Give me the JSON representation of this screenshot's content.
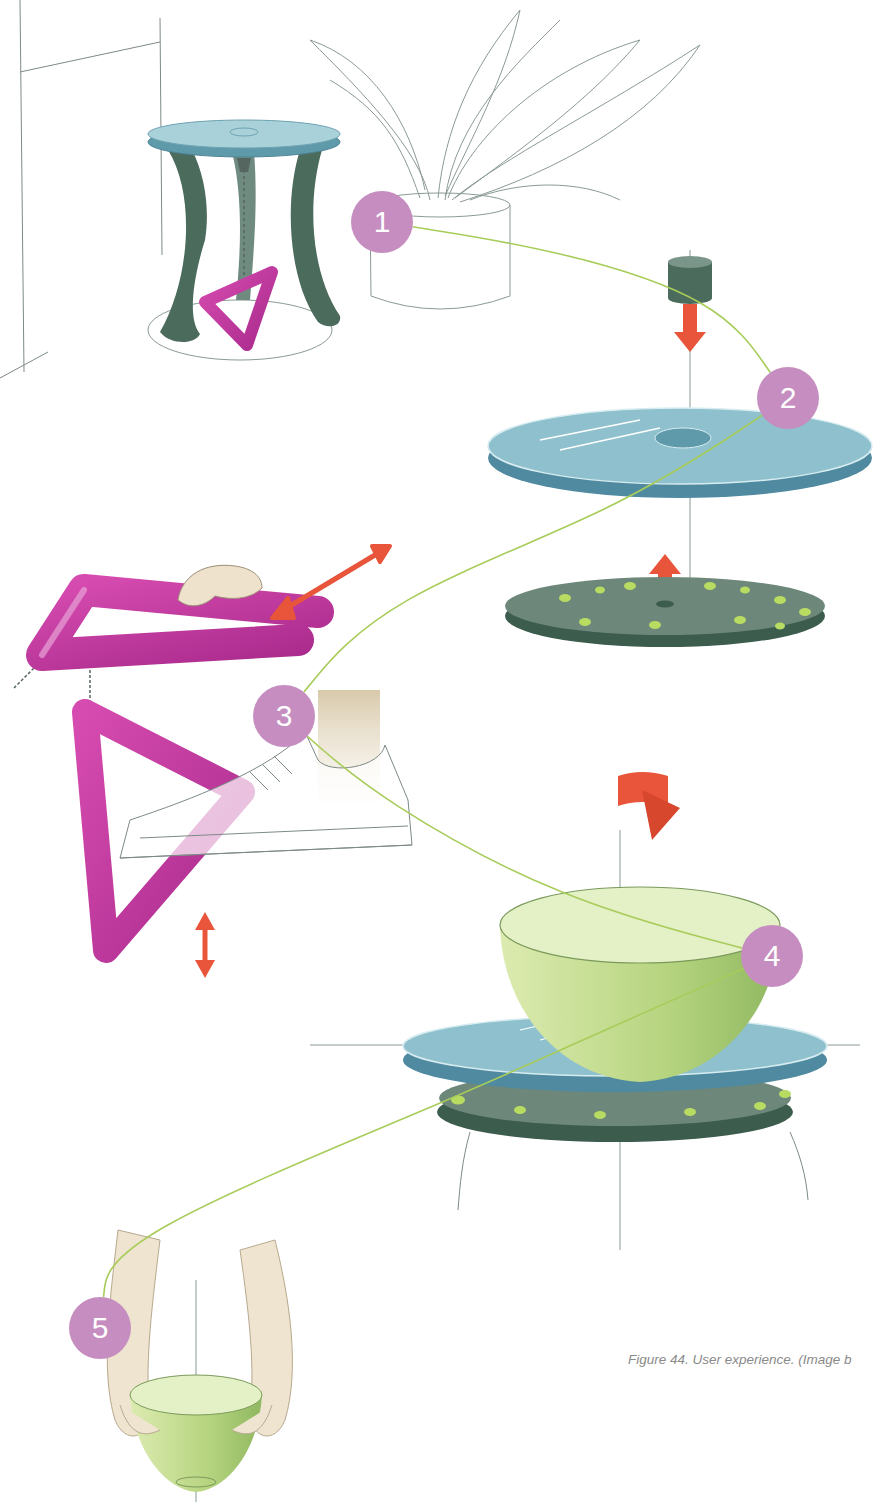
{
  "diagram": {
    "caption": "Figure 44. User experience. (Image b",
    "nodes": [
      {
        "text": [
          "1"
        ]
      },
      {
        "text": [
          "2"
        ]
      },
      {
        "text": [
          "3"
        ]
      },
      {
        "text": [
          "4"
        ]
      },
      {
        "text": [
          "5"
        ]
      }
    ],
    "edges": [
      {
        "from": 0,
        "to": 1,
        "arrow": "none"
      },
      {
        "from": 1,
        "to": 2,
        "arrow": "none"
      },
      {
        "from": 2,
        "to": 3,
        "arrow": "none"
      },
      {
        "from": 3,
        "to": 4,
        "arrow": "none"
      }
    ]
  }
}
